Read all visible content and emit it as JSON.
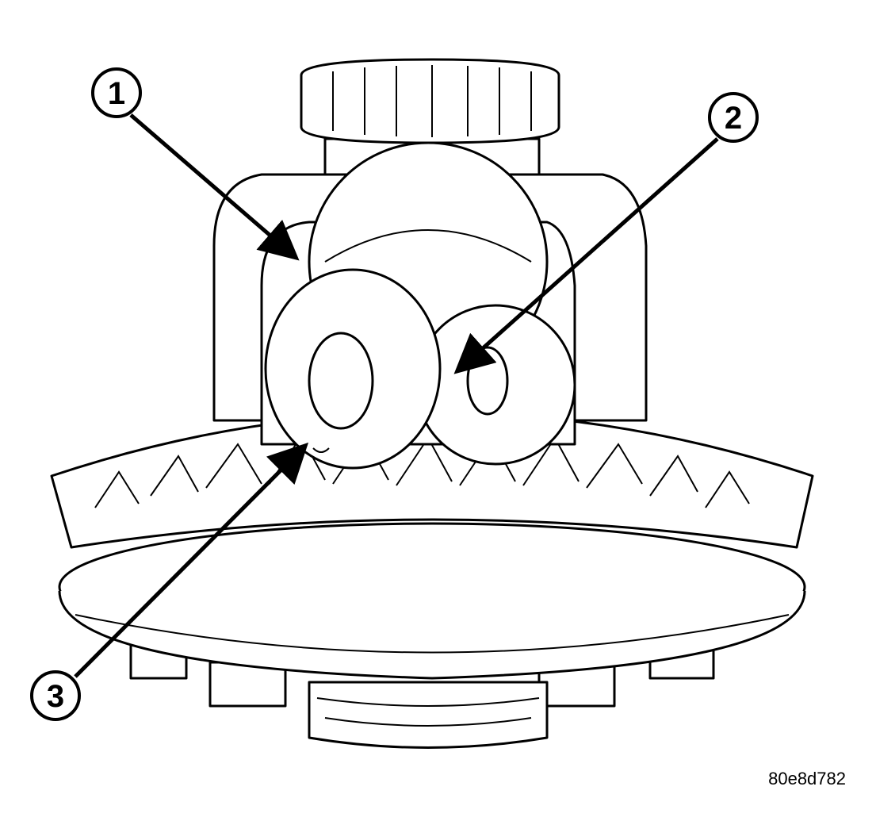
{
  "figure": {
    "code": "80e8d782",
    "callouts": [
      {
        "label": "1"
      },
      {
        "label": "2"
      },
      {
        "label": "3"
      }
    ]
  },
  "colors": {
    "ink": "#000000",
    "paper": "#ffffff"
  }
}
